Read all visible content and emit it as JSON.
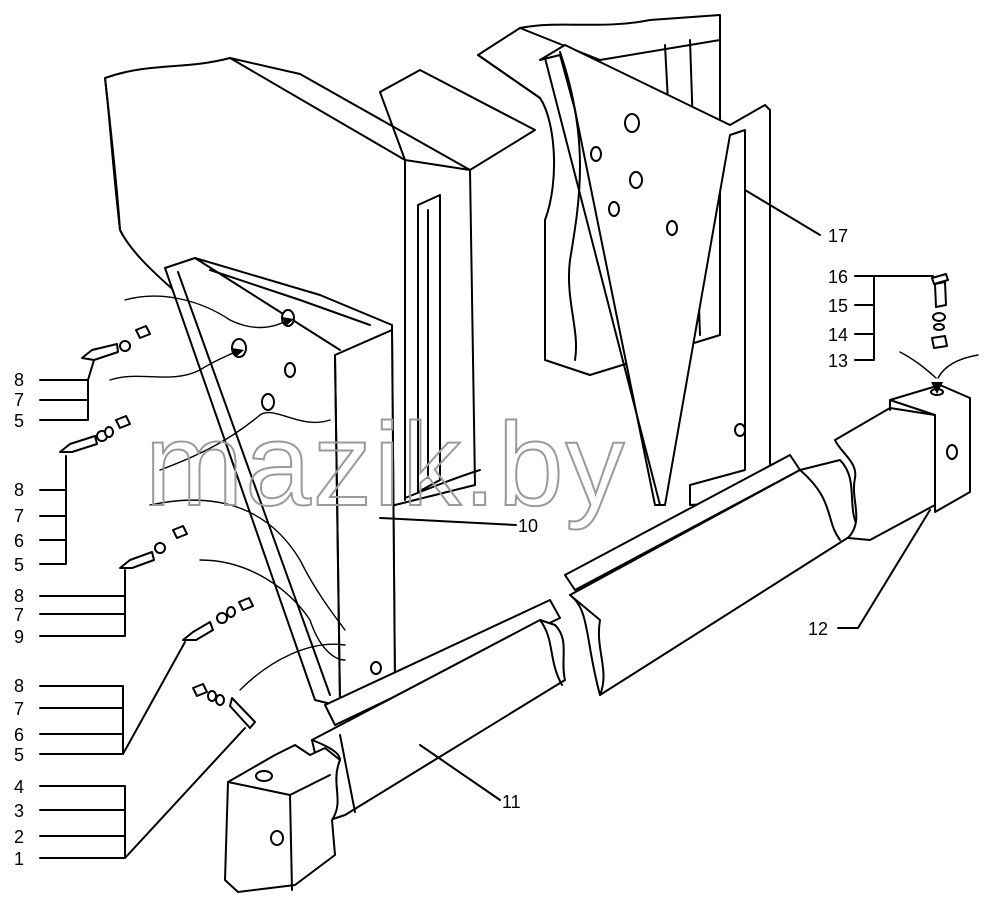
{
  "watermark": "mazik.by",
  "part_numbers": {
    "group_a": [
      "8",
      "7",
      "5"
    ],
    "group_b": [
      "8",
      "7",
      "6",
      "5"
    ],
    "group_c": [
      "8",
      "7",
      "9"
    ],
    "group_d": [
      "8",
      "7",
      "6",
      "5"
    ],
    "group_e": [
      "4",
      "3",
      "2",
      "1"
    ],
    "group_f": [
      "16",
      "15",
      "14",
      "13"
    ],
    "callout_10": "10",
    "callout_11": "11",
    "callout_12": "12",
    "callout_17": "17"
  }
}
